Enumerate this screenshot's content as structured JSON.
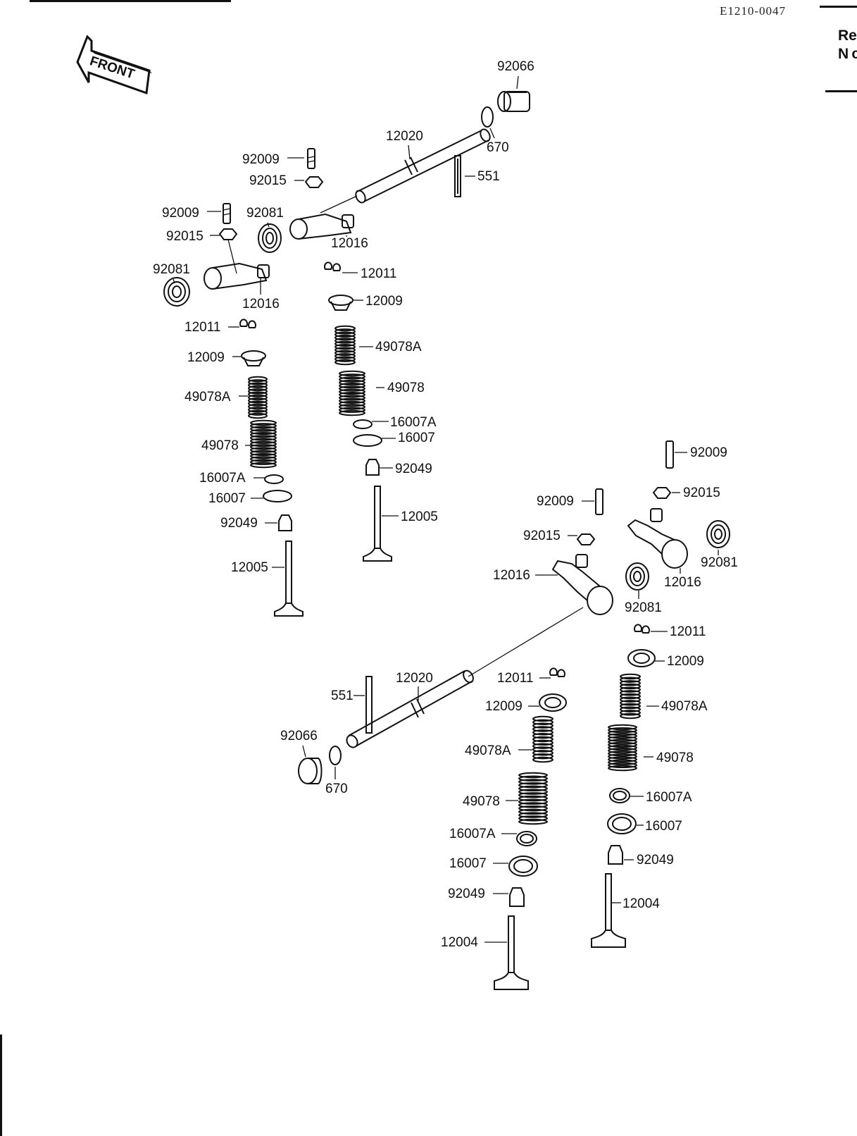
{
  "document_code": "E1210-0047",
  "side_note_lines": [
    "Re",
    "N c"
  ],
  "front_arrow_text": "FRONT",
  "parts": {
    "upper_left": {
      "p92066": "92066",
      "p12020": "12020",
      "p670": "670",
      "p551": "551",
      "p92009_a": "92009",
      "p92015_a": "92015",
      "p92009_b": "92009",
      "p92081_a": "92081",
      "p92015_b": "92015",
      "p92081_b": "92081",
      "p12016_a": "12016",
      "p12016_b": "12016",
      "p12011_a": "12011",
      "p12009_a": "12009",
      "p12011_b": "12011",
      "p12009_b": "12009",
      "p49078A_a": "49078A",
      "p49078_a": "49078",
      "p49078A_b": "49078A",
      "p49078_b": "49078",
      "p16007A_a": "16007A",
      "p16007_a": "16007",
      "p16007A_b": "16007A",
      "p16007_b": "16007",
      "p92049_a": "92049",
      "p92049_b": "92049",
      "p12005_a": "12005",
      "p12005_b": "12005"
    },
    "lower_right": {
      "p92009_a": "92009",
      "p92015_a": "92015",
      "p92009_b": "92009",
      "p92015_b": "92015",
      "p92081_a": "92081",
      "p12016_a": "12016",
      "p12016_b": "12016",
      "p92081_b": "92081",
      "p12011_a": "12011",
      "p12009_a": "12009",
      "p12011_b": "12011",
      "p12020": "12020",
      "p551": "551",
      "p12009_b": "12009",
      "p49078A_a": "49078A",
      "p92066": "92066",
      "p49078A_b": "49078A",
      "p49078_a": "49078",
      "p670": "670",
      "p49078_b": "49078",
      "p16007A_a": "16007A",
      "p16007A_b": "16007A",
      "p16007_a": "16007",
      "p16007_b": "16007",
      "p92049_a": "92049",
      "p92049_b": "92049",
      "p12004_a": "12004",
      "p12004_b": "12004"
    }
  }
}
